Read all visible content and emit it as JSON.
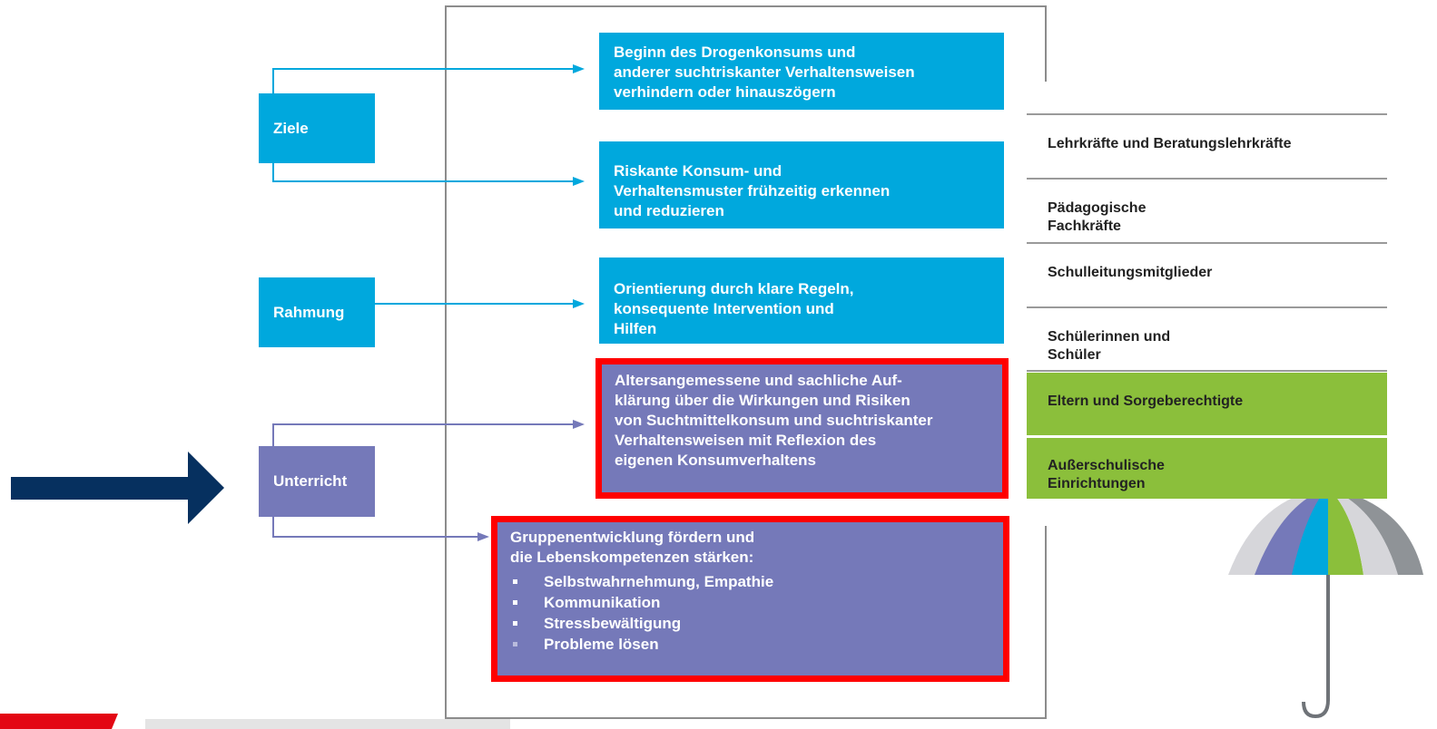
{
  "side_labels": {
    "ziele": "Ziele",
    "rahmung": "Rahmung",
    "unterricht": "Unterricht"
  },
  "goals": {
    "g1": [
      "Beginn des Drogenkonsums und",
      "anderer suchtriskanter Verhaltensweisen",
      "verhindern oder hinauszögern"
    ],
    "g2": [
      "Riskante Konsum- und",
      "Verhaltensmuster  frühzeitig erkennen",
      "und reduzieren"
    ],
    "g3": [
      "Orientierung durch klare Regeln,",
      "konsequente Intervention und",
      "Hilfen"
    ],
    "g4": [
      "Altersangemessene und sachliche Auf-",
      "klärung über die Wirkungen und Risiken",
      "von Suchtmittelkonsum und suchtriskanter",
      "Verhaltensweisen mit Reflexion des",
      "eigenen  Konsumverhaltens"
    ],
    "g5": {
      "lines": [
        "Gruppenentwicklung fördern und",
        "die  Lebenskompetenzen stärken:"
      ],
      "bullets": [
        "Selbstwahrnehmung, Empathie",
        "Kommunikation",
        "Stressbewältigung",
        "Probleme lösen"
      ]
    }
  },
  "audiences": {
    "a1": [
      "Lehrkräfte und Beratungslehrkräfte"
    ],
    "a2": [
      "Pädagogische",
      "Fachkräfte"
    ],
    "a3": [
      "Schulleitungsmitglieder"
    ],
    "a4": [
      "Schülerinnen und",
      "Schüler"
    ],
    "a5": [
      "Eltern und Sorgeberechtigte"
    ],
    "a6": [
      "Außerschulische",
      "Einrichtungen"
    ]
  },
  "colors": {
    "blue": "#00a8dd",
    "purple": "#7579b9",
    "green": "#8bbf3b",
    "red": "#ff0000",
    "navy": "#06305f",
    "gray": "#9a9a9a"
  }
}
